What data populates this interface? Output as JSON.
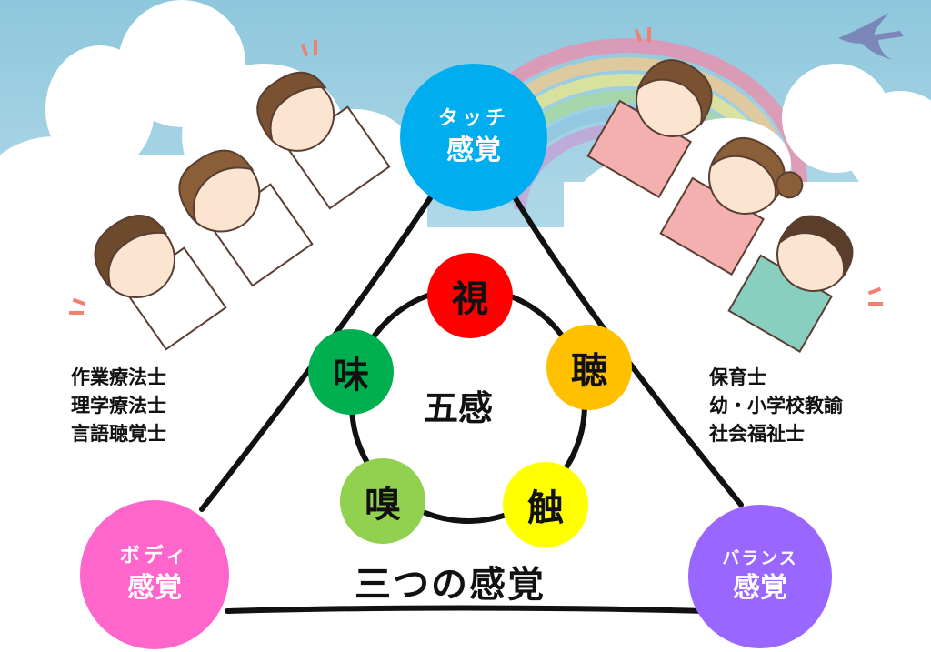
{
  "diagram": {
    "title": "三つの感覚",
    "center_label": "五感",
    "outer_senses": [
      {
        "id": "touch",
        "line1": "タッチ",
        "line2": "感覚",
        "color": "#00AEEF"
      },
      {
        "id": "body",
        "line1": "ボディ",
        "line2": "感覚",
        "color": "#FF66CC"
      },
      {
        "id": "balance",
        "line1": "バランス",
        "line2": "感覚",
        "color": "#9966FF"
      }
    ],
    "five_senses": [
      {
        "label": "視",
        "color": "#FF0000"
      },
      {
        "label": "聴",
        "color": "#FFC000"
      },
      {
        "label": "触",
        "color": "#FFFF00"
      },
      {
        "label": "嗅",
        "color": "#92D050"
      },
      {
        "label": "味",
        "color": "#00B050"
      }
    ],
    "left_jobs": [
      "作業療法士",
      "理学療法士",
      "言語聴覚士"
    ],
    "right_jobs": [
      "保育士",
      "幼・小学校教諭",
      "社会福祉士"
    ]
  },
  "background": {
    "sky_color": "#9FCFE0",
    "cloud_color": "#FFFFFF",
    "rainbow": true,
    "bird": "swallow-icon",
    "left_group": "therapists-illustration",
    "right_group": "childcare-workers-illustration"
  }
}
